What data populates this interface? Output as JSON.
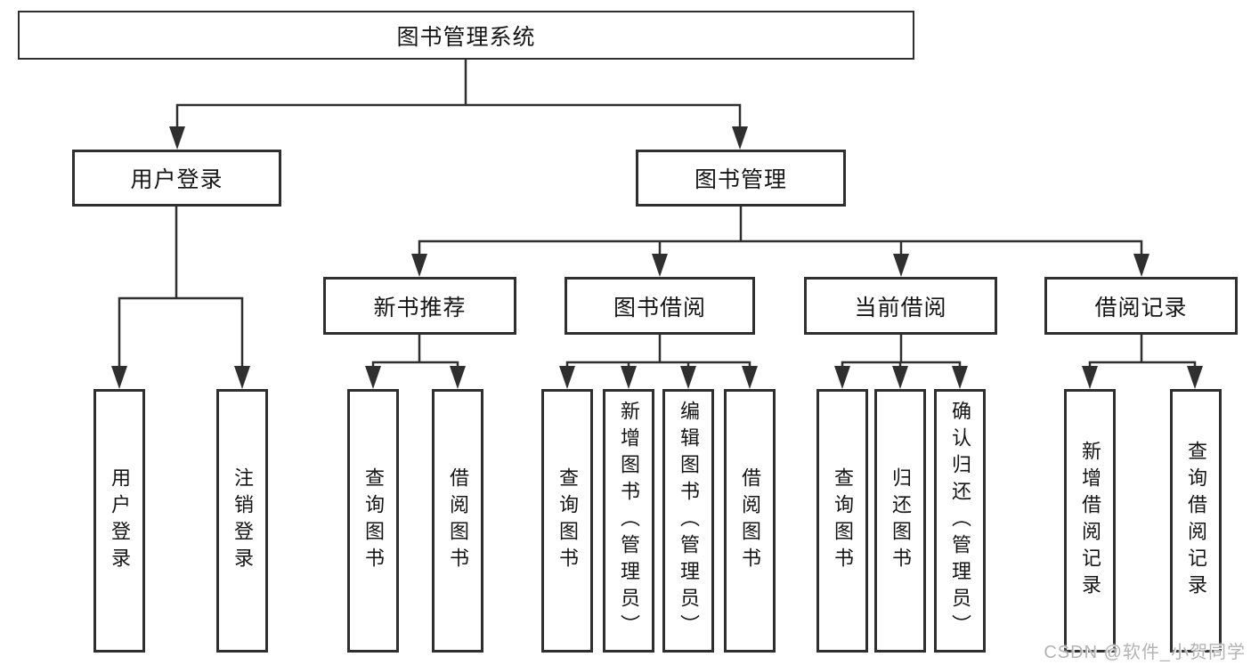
{
  "diagram": {
    "root": {
      "label": "图书管理系统"
    },
    "branches": [
      {
        "label": "用户登录",
        "children": [
          {
            "label": "用户登录"
          },
          {
            "label": "注销登录"
          }
        ]
      },
      {
        "label": "图书管理",
        "children": [
          {
            "label": "新书推荐",
            "children": [
              {
                "label": "查询图书"
              },
              {
                "label": "借阅图书"
              }
            ]
          },
          {
            "label": "图书借阅",
            "children": [
              {
                "label": "查询图书"
              },
              {
                "label": "新增图书（管理员）"
              },
              {
                "label": "编辑图书（管理员）"
              },
              {
                "label": "借阅图书"
              }
            ]
          },
          {
            "label": "当前借阅",
            "children": [
              {
                "label": "查询图书"
              },
              {
                "label": "归还图书"
              },
              {
                "label": "确认归还（管理员）"
              }
            ]
          },
          {
            "label": "借阅记录",
            "children": [
              {
                "label": "新增借阅记录"
              },
              {
                "label": "查询借阅记录"
              }
            ]
          }
        ]
      }
    ]
  },
  "watermark": {
    "text": "CSDN @软件_小贺同学"
  },
  "colors": {
    "line": "#2f2f2f",
    "text": "#151515",
    "background": "#ffffff",
    "watermark": "#b3b3b3"
  }
}
